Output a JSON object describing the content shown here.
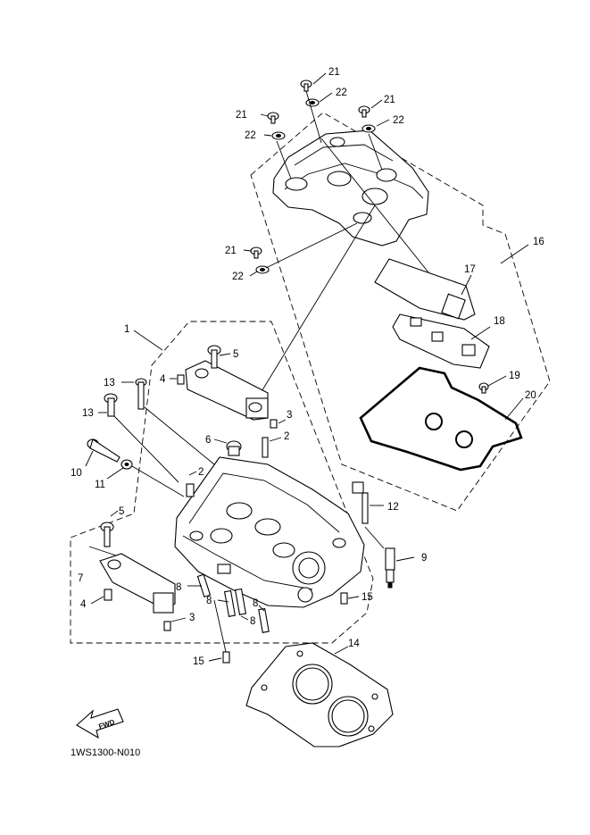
{
  "diagram_code": "1WS1300-N010",
  "fwd_label": "FWD",
  "callouts": {
    "c21a": "21",
    "c22a": "22",
    "c21b": "21",
    "c22b": "22",
    "c21c": "21",
    "c22c": "22",
    "c21d": "21",
    "c22d": "22",
    "c16": "16",
    "c17": "17",
    "c18": "18",
    "c19": "19",
    "c20": "20",
    "c1": "1",
    "c5a": "5",
    "c4a": "4",
    "c13a": "13",
    "c13b": "13",
    "c3a": "3",
    "c2a": "2",
    "c6": "6",
    "c10": "10",
    "c11": "11",
    "c2b": "2",
    "c12": "12",
    "c5b": "5",
    "c7": "7",
    "c9": "9",
    "c8a": "8",
    "c8b": "8",
    "c8c": "8",
    "c8d": "8",
    "c4b": "4",
    "c3b": "3",
    "c15a": "15",
    "c15b": "15",
    "c14": "14"
  }
}
